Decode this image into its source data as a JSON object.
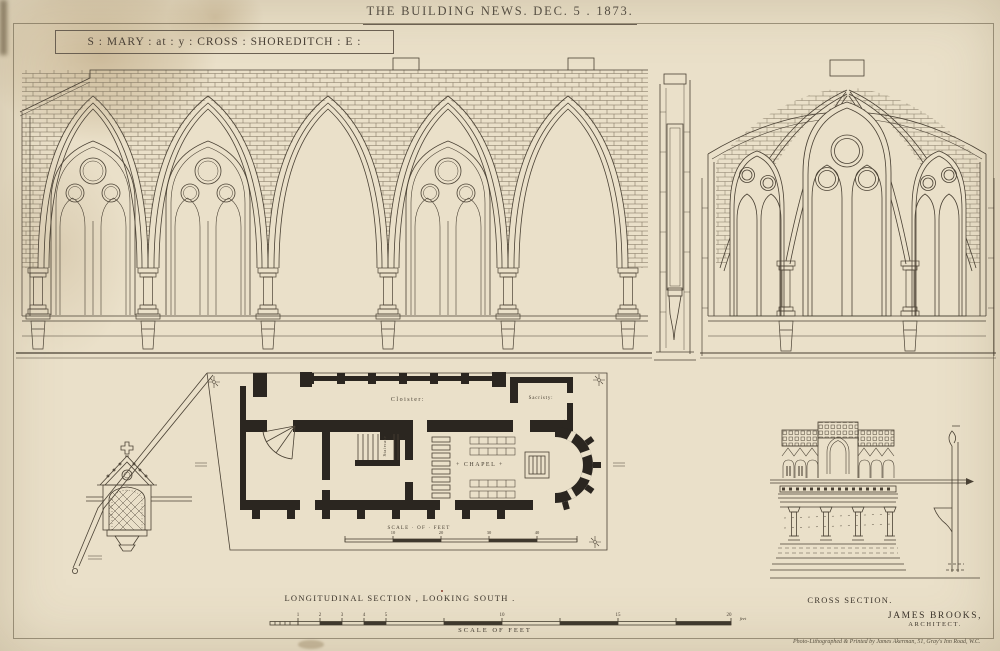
{
  "publication": {
    "masthead": "THE BUILDING NEWS. DEC. 5 . 1873."
  },
  "plate": {
    "title": "S : MARY : at : y : CROSS : SHOREDITCH : E :"
  },
  "captions": {
    "longitudinal": "LONGITUDINAL SECTION , LOOKING SOUTH .",
    "cross": "CROSS SECTION."
  },
  "plan": {
    "cloister": "Cloister:",
    "sacristy": "Sacristy:",
    "chapel": "+ CHAPEL +",
    "staircase": "Staircase",
    "scale_label": "SCALE · OF · FEET",
    "scale_ticks": [
      "10",
      "20",
      "30",
      "40"
    ]
  },
  "footer": {
    "scale_label": "SCALE OF FEET",
    "scale_ticks": [
      "1",
      "2",
      "3",
      "4",
      "5",
      "10",
      "15",
      "20"
    ],
    "scale_unit": "feet",
    "architect": "JAMES BROOKS,",
    "architect_title": "ARCHITECT.",
    "imprint": "Photo-Lithographed & Printed by James Akerman, 51, Gray's Inn Road, W.C."
  },
  "colors": {
    "paper": "#eae0c9",
    "ink": "#4a4134",
    "wall_poche": "#2b2620"
  }
}
